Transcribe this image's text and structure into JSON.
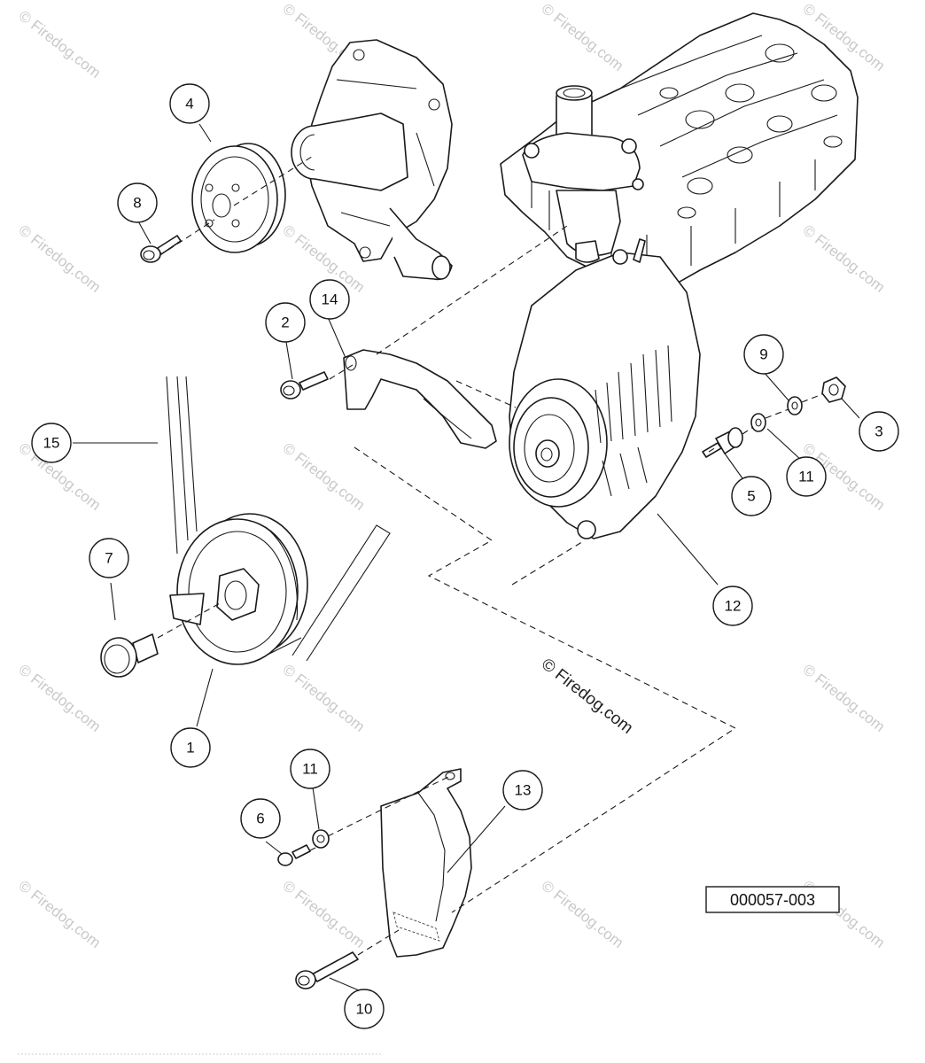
{
  "watermark": "© Firedog.com",
  "drawing_code": "000057-003",
  "callouts": [
    "1",
    "2",
    "3",
    "4",
    "5",
    "6",
    "7",
    "8",
    "9",
    "10",
    "11",
    "11",
    "12",
    "13",
    "14",
    "15"
  ]
}
